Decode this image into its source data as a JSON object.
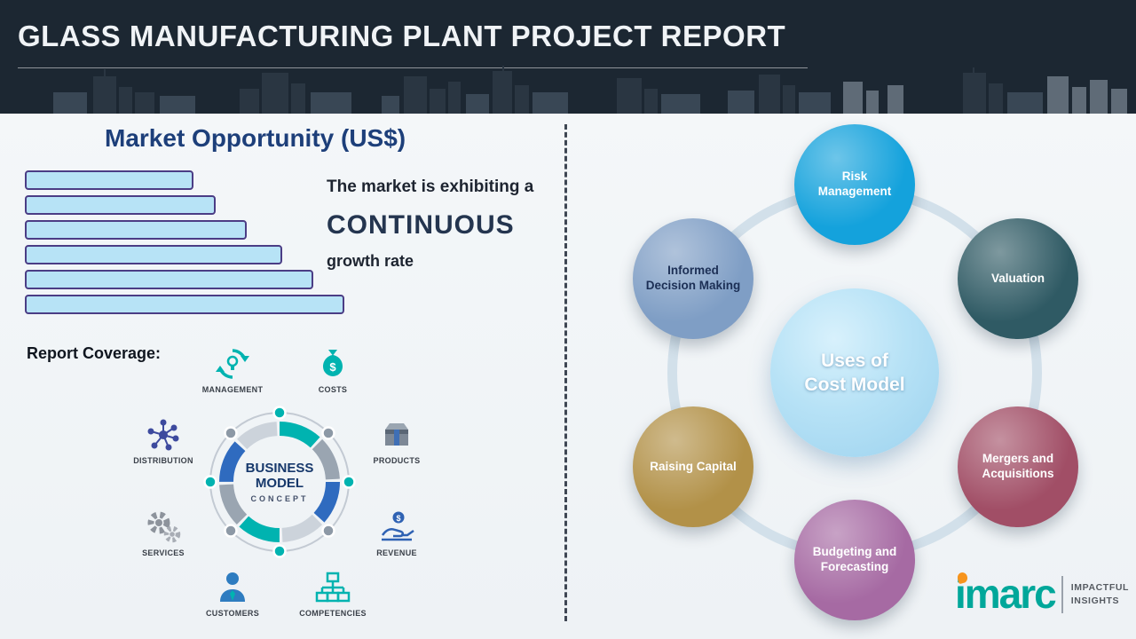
{
  "theme": {
    "header_bg": "#1c2732",
    "title_color": "#f0f3f6",
    "heading_color": "#1d3f7a"
  },
  "header": {
    "title": "GLASS MANUFACTURING PLANT PROJECT REPORT"
  },
  "market": {
    "title": "Market Opportunity (US$)",
    "growth_prefix": "The market is exhibiting a",
    "growth_word": "CONTINUOUS",
    "growth_suffix": "growth rate",
    "coverage_label": "Report Coverage:"
  },
  "chart_data": {
    "type": "bar",
    "orientation": "horizontal",
    "title": "Market Opportunity (US$)",
    "values": [
      38,
      43,
      50,
      58,
      65,
      72
    ],
    "note": "six unlabeled bars of increasing length; values estimated from relative bar lengths",
    "bar_fill": "#b7e3f6",
    "bar_border": "#4b3d85"
  },
  "business_model": {
    "center": [
      "BUSINESS",
      "MODEL",
      "CONCEPT"
    ],
    "items": [
      {
        "label": "MANAGEMENT",
        "icon": "cycle-bulb-icon"
      },
      {
        "label": "COSTS",
        "icon": "money-bag-icon"
      },
      {
        "label": "DISTRIBUTION",
        "icon": "network-hub-icon"
      },
      {
        "label": "PRODUCTS",
        "icon": "package-box-icon"
      },
      {
        "label": "SERVICES",
        "icon": "gears-icon"
      },
      {
        "label": "REVENUE",
        "icon": "hand-coin-icon"
      },
      {
        "label": "CUSTOMERS",
        "icon": "person-icon"
      },
      {
        "label": "COMPETENCIES",
        "icon": "org-chart-icon"
      }
    ]
  },
  "cost_model": {
    "center_line1": "Uses of",
    "center_line2": "Cost Model",
    "nodes": [
      {
        "label": "Risk Management",
        "color": "#14a2dc",
        "text_color": "#ffffff"
      },
      {
        "label": "Valuation",
        "color": "#2f5a64",
        "text_color": "#ffffff"
      },
      {
        "label": "Mergers and Acquisitions",
        "color": "#a14e66",
        "text_color": "#ffffff"
      },
      {
        "label": "Budgeting and Forecasting",
        "color": "#a66aa3",
        "text_color": "#ffffff"
      },
      {
        "label": "Raising Capital",
        "color": "#b29148",
        "text_color": "#ffffff"
      },
      {
        "label": "Informed Decision Making",
        "color": "#7f9ec5",
        "text_color": "#1c2f55"
      }
    ]
  },
  "logo": {
    "brand": "imarc",
    "tagline_line1": "IMPACTFUL",
    "tagline_line2": "INSIGHTS",
    "brand_color": "#00a79a",
    "accent_color": "#f7941d"
  }
}
